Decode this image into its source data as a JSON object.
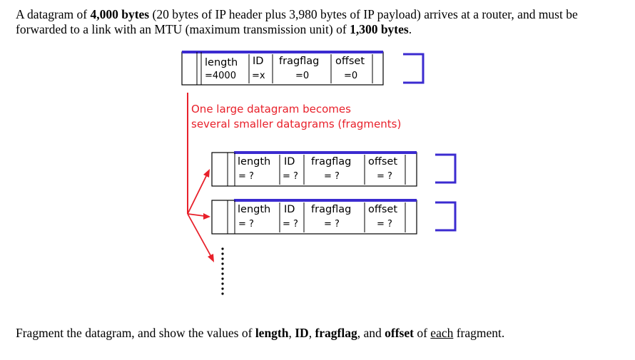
{
  "problem": {
    "intro_1": "A datagram of ",
    "intro_bytes_total": "4,000 bytes",
    "intro_2": " (20 bytes of IP header plus 3,980 bytes of IP payload) arrives at a router, and must be forwarded to a link with an MTU (maximum transmission unit) of ",
    "intro_mtu": "1,300 bytes",
    "intro_3": ".",
    "question_1": "Fragment the datagram, and show the values of ",
    "q_length": "length",
    "q_sep1": ", ",
    "q_id": "ID",
    "q_sep2": ", ",
    "q_fragflag": "fragflag",
    "q_sep3": ", and ",
    "q_offset": "offset",
    "q_of": " of ",
    "q_each": "each",
    "q_end": " fragment."
  },
  "original": {
    "length_label": "length",
    "length_value": "=4000",
    "id_label": "ID",
    "id_value": "=x",
    "fragflag_label": "fragflag",
    "fragflag_value": "=0",
    "offset_label": "offset",
    "offset_value": "=0"
  },
  "caption": {
    "line1": "One large datagram becomes",
    "line2": "several smaller datagrams (fragments)"
  },
  "fragment1": {
    "length_label": "length",
    "length_value": "= ?",
    "id_label": "ID",
    "id_value": "= ?",
    "fragflag_label": "fragflag",
    "fragflag_value": "= ?",
    "offset_label": "offset",
    "offset_value": "= ?"
  },
  "fragment2": {
    "length_label": "length",
    "length_value": "= ?",
    "id_label": "ID",
    "id_value": "= ?",
    "fragflag_label": "fragflag",
    "fragflag_value": "= ?",
    "offset_label": "offset",
    "offset_value": "= ?"
  },
  "colors": {
    "accent_blue": "#3b2bd0",
    "arrow_red": "#e8202a",
    "line_gray": "#9a9a9a"
  }
}
